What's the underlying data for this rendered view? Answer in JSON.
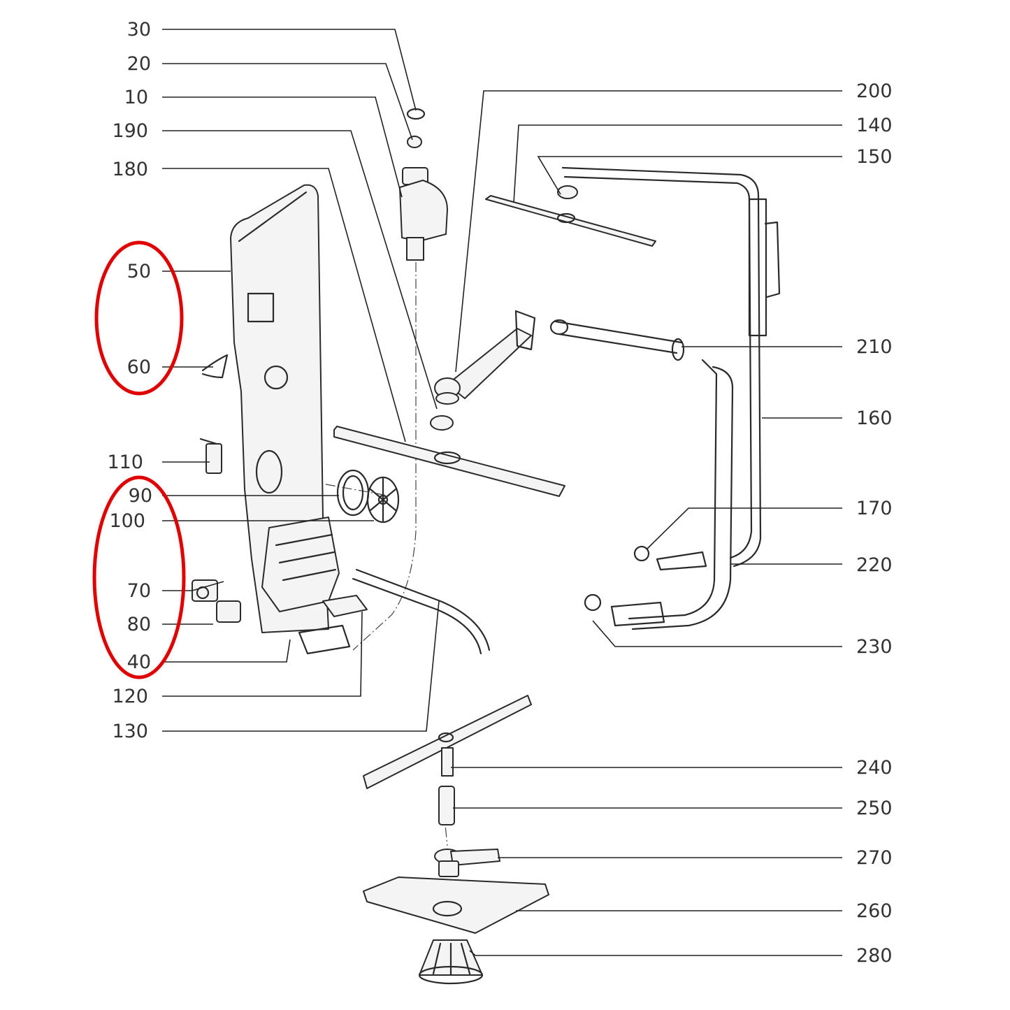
{
  "callouts": {
    "c30": "30",
    "c20": "20",
    "c10": "10",
    "c190": "190",
    "c180": "180",
    "c50": "50",
    "c60": "60",
    "c110": "110",
    "c90": "90",
    "c100": "100",
    "c70": "70",
    "c80": "80",
    "c40": "40",
    "c120": "120",
    "c130": "130",
    "c200": "200",
    "c140": "140",
    "c150": "150",
    "c210": "210",
    "c160": "160",
    "c170": "170",
    "c220": "220",
    "c230": "230",
    "c240": "240",
    "c250": "250",
    "c270": "270",
    "c260": "260",
    "c280": "280"
  },
  "colors": {
    "highlight": "#e00000",
    "line": "#222222",
    "text": "#333333"
  }
}
